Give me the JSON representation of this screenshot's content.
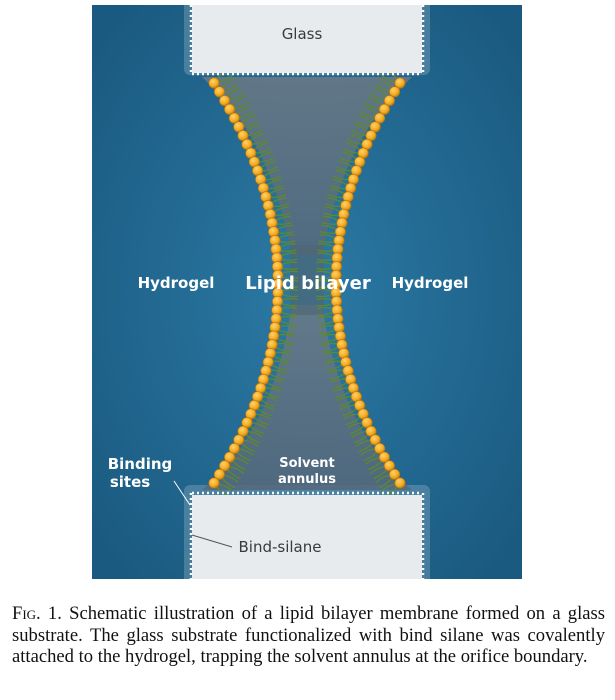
{
  "figure": {
    "labels": {
      "glass": "Glass",
      "hydrogel_left": "Hydrogel",
      "hydrogel_right": "Hydrogel",
      "lipid_bilayer": "Lipid bilayer",
      "solvent_line1": "Solvent",
      "solvent_line2": "annulus",
      "binding_line1": "Binding",
      "binding_line2": "sites",
      "bind_silane": "Bind-silane"
    },
    "colors": {
      "hydrogel": "#1e5f86",
      "glass": "#e8ebee",
      "lipid_head": "#f2a81d",
      "lipid_tail": "#5d8a2e",
      "annulus": "#5e6f7d"
    }
  },
  "caption": {
    "prefix": "Fig. 1.",
    "text": "Schematic illustration of a lipid bilayer membrane formed on a glass substrate. The glass substrate functionalized with bind silane was covalently attached to the hydrogel, trapping the solvent annulus at the orifice boundary."
  }
}
